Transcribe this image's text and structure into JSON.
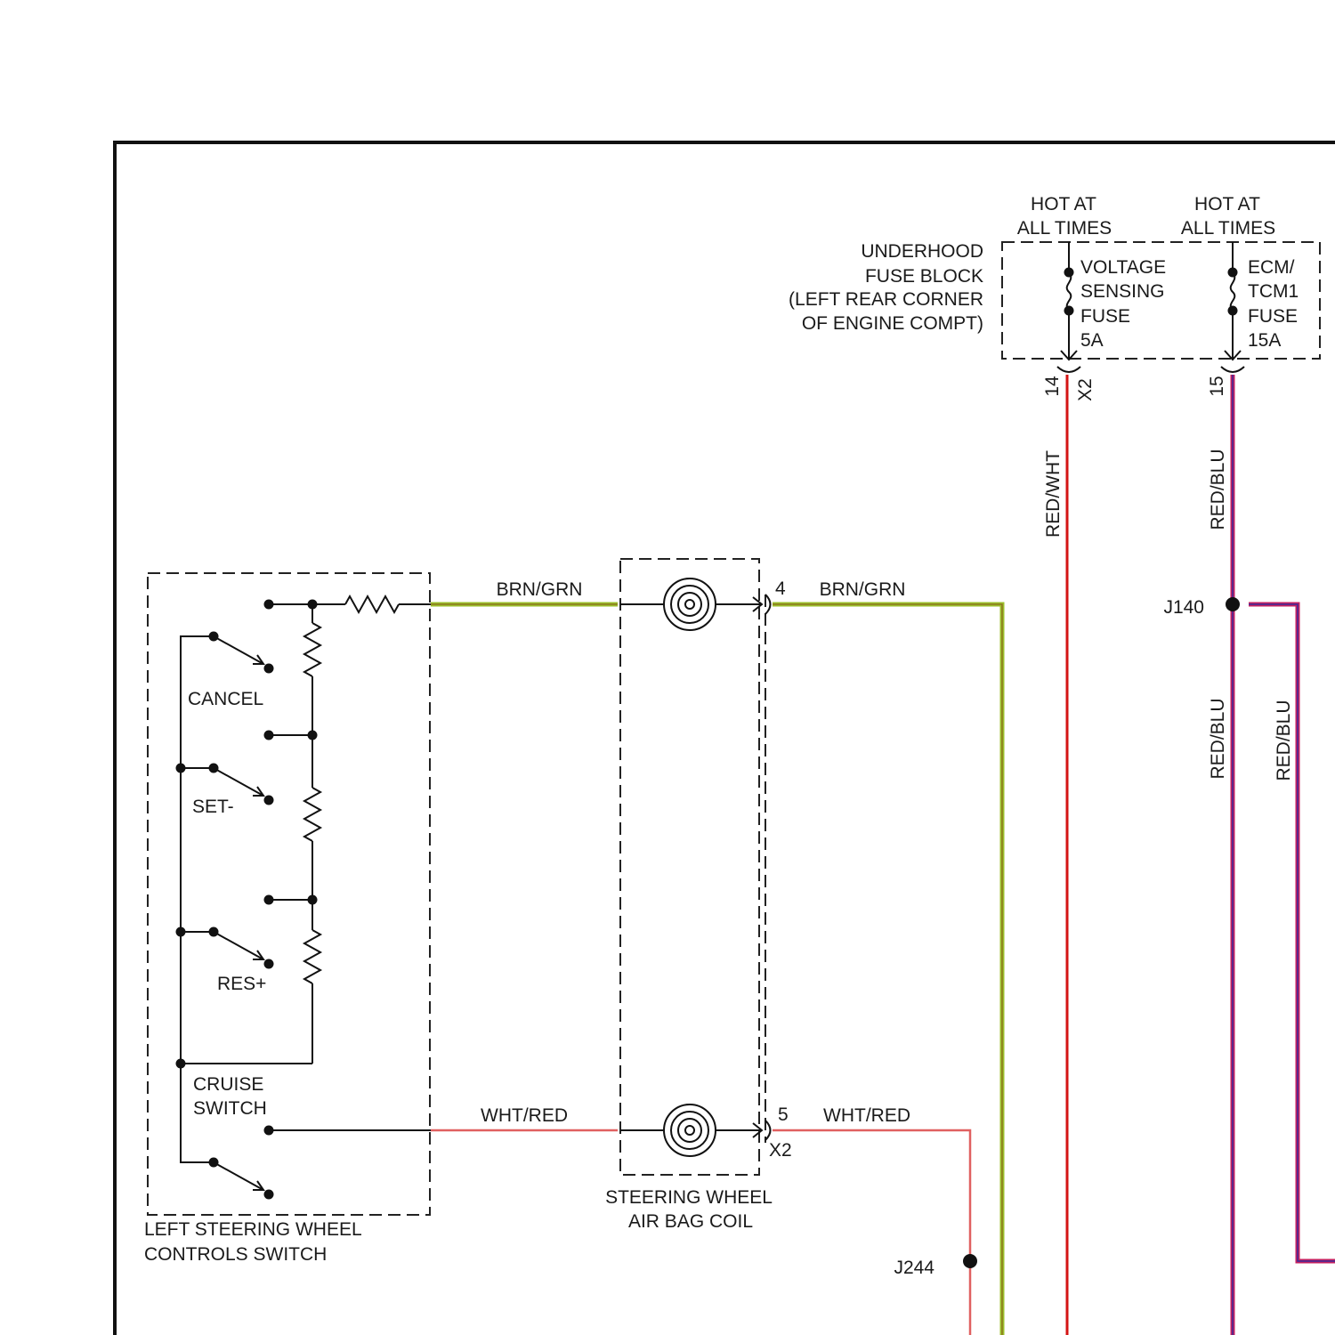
{
  "colors": {
    "brn_grn_outer": "#9bbf2a",
    "brn_grn_inner": "#8a6a1f",
    "wht_red": "#e06060",
    "red_wht": "#d41414",
    "red_blu_outer": "#c42060",
    "red_blu_inner": "#3a2a9a"
  },
  "fuse_block": {
    "title_lines": [
      "UNDERHOOD",
      "FUSE BLOCK",
      "(LEFT REAR CORNER",
      "OF ENGINE COMPT)"
    ],
    "hot_1": [
      "HOT AT",
      "ALL TIMES"
    ],
    "hot_2": [
      "HOT AT",
      "ALL TIMES"
    ],
    "fuse_1": [
      "VOLTAGE",
      "SENSING",
      "FUSE",
      "5A"
    ],
    "fuse_2": [
      "ECM/",
      "TCM1",
      "FUSE",
      "15A"
    ],
    "pin_1": "14",
    "pin_2": "15",
    "connector": "X2"
  },
  "wires": {
    "red_wht": "RED/WHT",
    "red_blu_top": "RED/BLU",
    "red_blu_mid": "RED/BLU",
    "red_blu_right": "RED/BLU",
    "brn_grn_left": "BRN/GRN",
    "brn_grn_right": "BRN/GRN",
    "wht_red_left": "WHT/RED",
    "wht_red_right": "WHT/RED"
  },
  "splices": {
    "j140": "J140",
    "j244": "J244"
  },
  "coil": {
    "pin_top": "4",
    "pin_bottom": "5",
    "connector": "X2",
    "label": [
      "STEERING WHEEL",
      "AIR BAG COIL"
    ]
  },
  "switch": {
    "cancel": "CANCEL",
    "set": "SET-",
    "res": "RES+",
    "cruise": [
      "CRUISE",
      "SWITCH"
    ],
    "label": [
      "LEFT STEERING WHEEL",
      "CONTROLS SWITCH"
    ]
  }
}
